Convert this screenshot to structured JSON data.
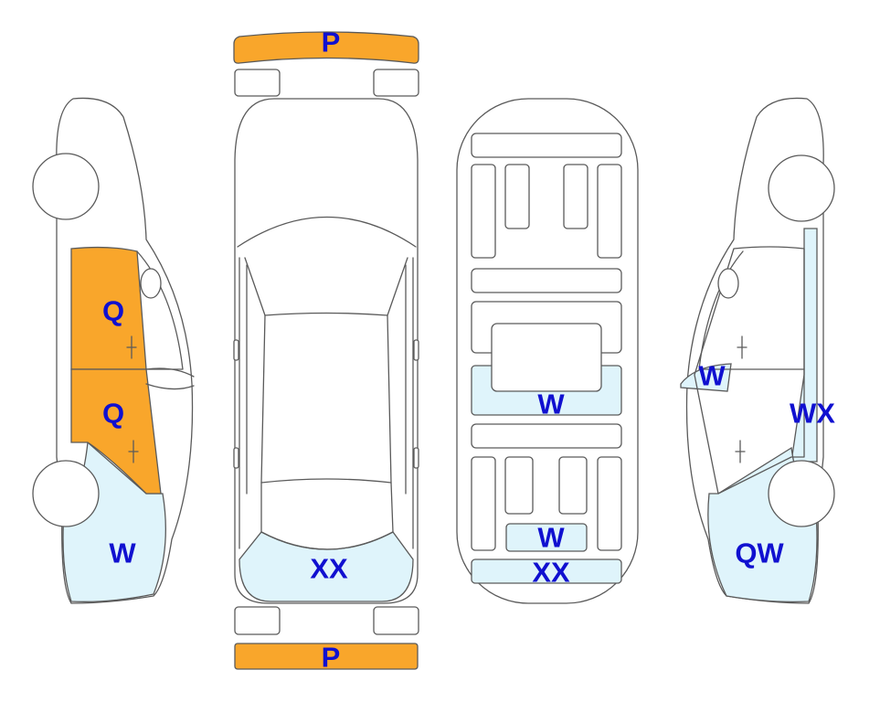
{
  "colors": {
    "orange": "#F9A62B",
    "light_blue": "#DFF4FB",
    "label": "#1010D0",
    "outline": "#5a5a5a"
  },
  "labels": {
    "front_bumper": "P",
    "rear_bumper": "P",
    "left_front_door": "Q",
    "left_rear_door": "Q",
    "left_rear_quarter": "W",
    "top_rear_window": "XX",
    "under_center": "W",
    "under_rear_upper": "W",
    "under_rear_lower": "XX",
    "right_mirror_area": "W",
    "right_rear_pillar": "WX",
    "right_rear_quarter": "QW"
  }
}
